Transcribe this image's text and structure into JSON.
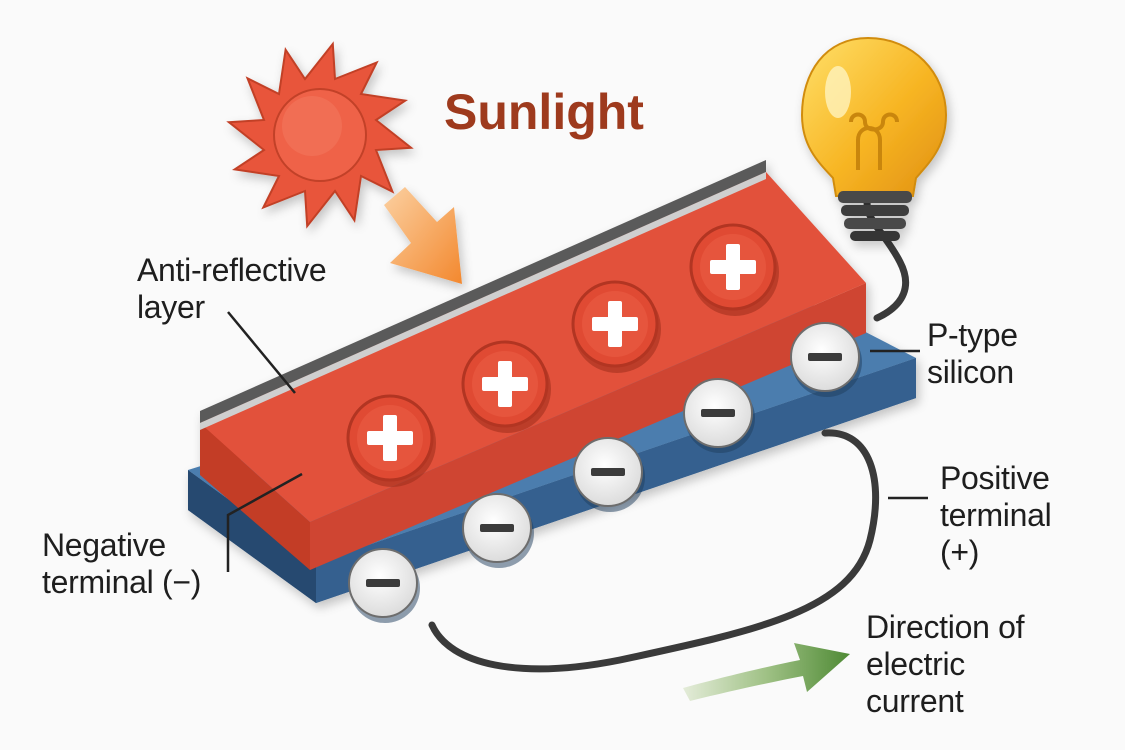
{
  "title": "Sunlight",
  "labels": {
    "anti_reflective": [
      "Anti-reflective",
      "layer"
    ],
    "p_type": [
      "P-type",
      "silicon"
    ],
    "negative_terminal": [
      "Negative",
      "terminal (−)"
    ],
    "positive_terminal": [
      "Positive",
      "terminal",
      "(+)"
    ],
    "current_direction": [
      "Direction of",
      "electric",
      "current"
    ]
  },
  "icons": [
    "sun-icon",
    "light-bulb-icon",
    "sunlight-arrow-icon",
    "current-arrow-icon",
    "positive-charge-icon",
    "negative-charge-icon"
  ],
  "colors": {
    "sun": "#e8553a",
    "title": "#9e3a1d",
    "n_layer": "#e2513a",
    "p_layer": "#3f6e9c",
    "anti_reflective": "#5a5a5a",
    "bulb": "#f7b523",
    "sunlight_arrow": "#f39a45",
    "current_arrow": "#5f9642",
    "wire": "#3a3a3a"
  }
}
